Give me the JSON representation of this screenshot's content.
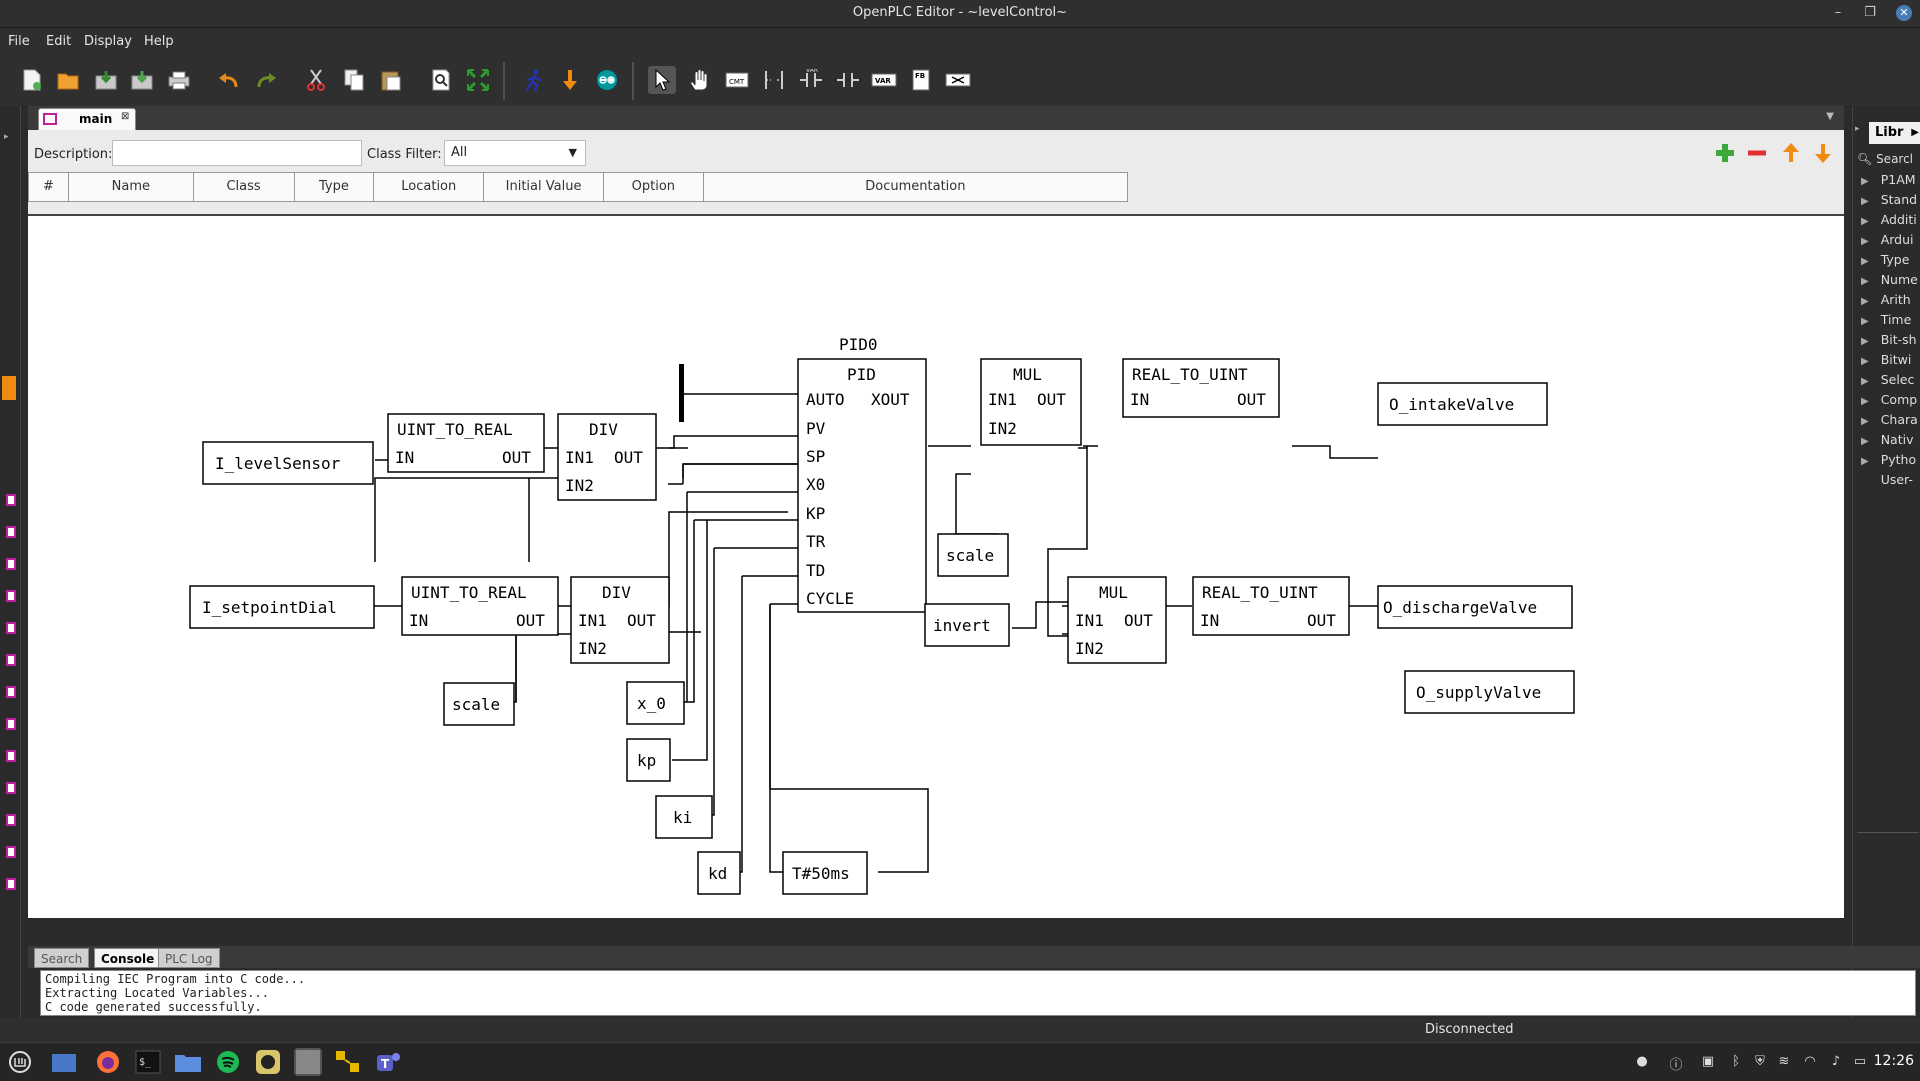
{
  "window": {
    "title": "OpenPLC Editor - ~levelControl~"
  },
  "menu": [
    "File",
    "Edit",
    "Display",
    "Help"
  ],
  "toolbar": {
    "icons": [
      "new-file",
      "open-folder",
      "save",
      "save-as",
      "print",
      "undo",
      "redo",
      "cut",
      "copy",
      "paste",
      "search-in-project",
      "zoom-fit",
      "run-simulation",
      "transfer",
      "arduino-upload",
      "select-pointer",
      "hand-pan",
      "comment",
      "power-rail",
      "variable",
      "contact",
      "var-block",
      "function-block",
      "coil"
    ]
  },
  "editor": {
    "tab_label": "main",
    "description_label": "Description:",
    "description_value": "",
    "class_filter_label": "Class Filter:",
    "class_filter_value": "All",
    "columns": [
      "#",
      "Name",
      "Class",
      "Type",
      "Location",
      "Initial Value",
      "Option",
      "Documentation"
    ]
  },
  "diagram": {
    "instance_name": "PID0",
    "blocks": {
      "pid": {
        "title": "PID",
        "inputs": [
          "AUTO",
          "PV",
          "SP",
          "X0",
          "KP",
          "TR",
          "TD",
          "CYCLE"
        ],
        "outputs": [
          "XOUT"
        ]
      },
      "uint_to_real_1": {
        "title": "UINT_TO_REAL",
        "inputs": [
          "IN"
        ],
        "outputs": [
          "OUT"
        ]
      },
      "uint_to_real_2": {
        "title": "UINT_TO_REAL",
        "inputs": [
          "IN"
        ],
        "outputs": [
          "OUT"
        ]
      },
      "div_1": {
        "title": "DIV",
        "inputs": [
          "IN1",
          "IN2"
        ],
        "outputs": [
          "OUT"
        ]
      },
      "div_2": {
        "title": "DIV",
        "inputs": [
          "IN1",
          "IN2"
        ],
        "outputs": [
          "OUT"
        ]
      },
      "mul_1": {
        "title": "MUL",
        "inputs": [
          "IN1",
          "IN2"
        ],
        "outputs": [
          "OUT"
        ]
      },
      "mul_2": {
        "title": "MUL",
        "inputs": [
          "IN1",
          "IN2"
        ],
        "outputs": [
          "OUT"
        ]
      },
      "real_to_uint_1": {
        "title": "REAL_TO_UINT",
        "inputs": [
          "IN"
        ],
        "outputs": [
          "OUT"
        ]
      },
      "real_to_uint_2": {
        "title": "REAL_TO_UINT",
        "inputs": [
          "IN"
        ],
        "outputs": [
          "OUT"
        ]
      }
    },
    "variables": {
      "level_sensor": "I_levelSensor",
      "setpoint_dial": "I_setpointDial",
      "scale_1": "scale",
      "scale_2": "scale",
      "x0": "x_0",
      "kp": "kp",
      "ki": "ki",
      "kd": "kd",
      "cycle": "T#50ms",
      "invert": "invert",
      "intake_valve": "O_intakeValve",
      "discharge_valve": "O_dischargeValve",
      "supply_valve": "O_supplyValve"
    }
  },
  "library": {
    "tab_label": "Libr",
    "search_label": "Searcl",
    "items": [
      "P1AM",
      "Stand",
      "Additi",
      "Ardui",
      "Type",
      "Nume",
      "Arith",
      "Time",
      "Bit-sh",
      "Bitwi",
      "Selec",
      "Comp",
      "Chara",
      "Nativ",
      "Pytho",
      "User-"
    ]
  },
  "bottom": {
    "tabs": [
      "Search",
      "Console",
      "PLC Log"
    ],
    "active_tab": "Console",
    "console_lines": [
      "Compiling IEC Program into C code...",
      "Extracting Located Variables...",
      "C code generated successfully."
    ]
  },
  "status": {
    "connection": "Disconnected"
  },
  "taskbar": {
    "clock": "12:26"
  }
}
